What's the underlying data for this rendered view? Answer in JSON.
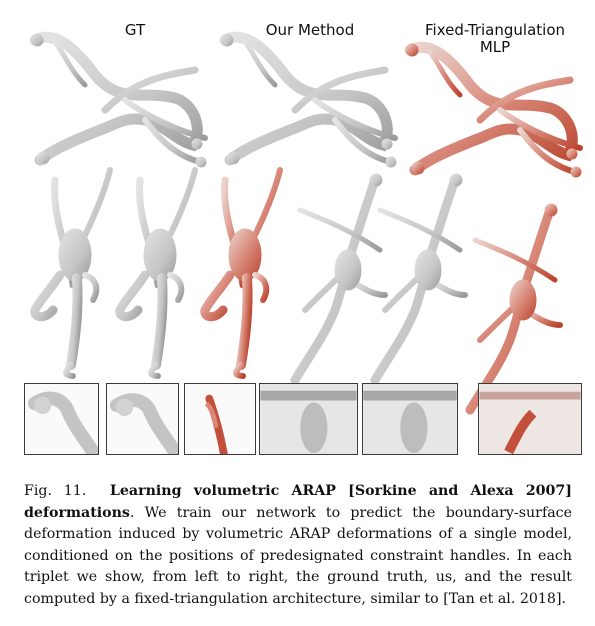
{
  "columns": {
    "gt": "GT",
    "ours": "Our Method",
    "baseline_line1": "Fixed-Triangulation",
    "baseline_line2": "MLP"
  },
  "caption": {
    "fig_label": "Fig. 11.",
    "title": "Learning volumetric ARAP [Sorkine and Alexa 2007] deformations",
    "body": ". We train our network to predict the boundary-surface deformation induced by volumetric ARAP deformations of a single model, conditioned on the positions of predesignated constraint handles. In each triplet we show, from left to right, the ground truth, us, and the result computed by a fixed-triangulation architecture, similar to [Tan et al. 2018]."
  },
  "colors": {
    "mesh_gray": "#c9c9c9",
    "mesh_shadow": "#9c9c9c",
    "error_red": "#c8553d",
    "thumb_border": "#3a3a3a"
  }
}
